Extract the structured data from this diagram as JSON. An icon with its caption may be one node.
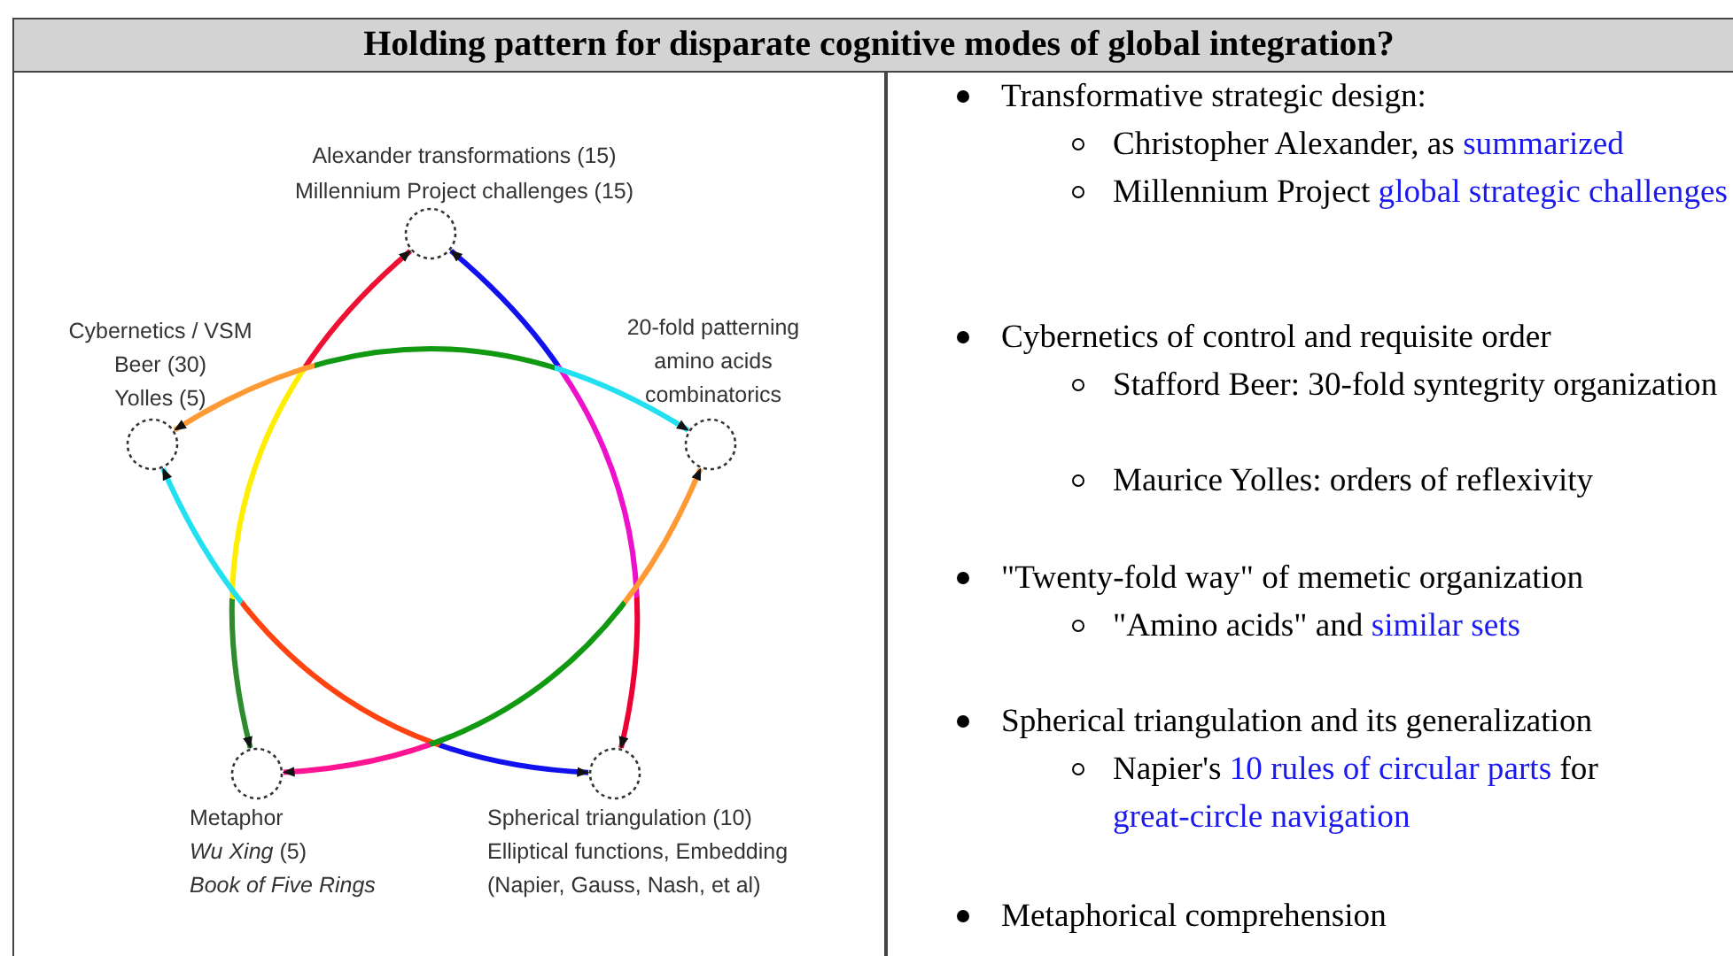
{
  "diagram": {
    "title": "Holding pattern for disparate cognitive modes of global integration?",
    "nodes": [
      {
        "text": [
          "Alexander transformations (15)",
          "Millennium Project challenges (15)"
        ]
      },
      {
        "text": [
          "Cybernetics / VSM",
          "Beer (30)",
          "Yolles (5)"
        ]
      },
      {
        "text": [
          "20-fold patterning",
          "amino acids",
          "combinatorics"
        ]
      },
      {
        "text": [
          "Metaphor",
          "*Wu Xing* (5)",
          "Book of Five Rings"
        ]
      },
      {
        "text": [
          "Spherical triangulation (10)",
          "Elliptical functions, Embedding",
          "(Napier, Gauss, Nash, et al)"
        ]
      }
    ],
    "edges": [
      {
        "from": 0,
        "to": 3,
        "arrow": "both"
      },
      {
        "from": 0,
        "to": 4,
        "arrow": "both"
      },
      {
        "from": 1,
        "to": 2,
        "arrow": "both"
      },
      {
        "from": 1,
        "to": 4,
        "arrow": "both"
      },
      {
        "from": 2,
        "to": 3,
        "arrow": "both"
      }
    ],
    "labels": [
      "Transformative strategic design:",
      "Christopher Alexander, as",
      "summarized",
      "Millennium Project",
      "global strategic",
      "challenges",
      "Cybernetics of control and requisite order",
      "Stafford Beer: 30-fold syntegrity organization",
      "Maurice Yolles: orders of reflexivity",
      "\"Twenty-fold way\" of memetic organization",
      "\"Amino acids\" and",
      "similar sets",
      "Spherical triangulation and its generalization",
      "Napier's",
      "10 rules of circular parts",
      "for",
      "great-circle navigation",
      "Metaphorical comprehension"
    ]
  }
}
